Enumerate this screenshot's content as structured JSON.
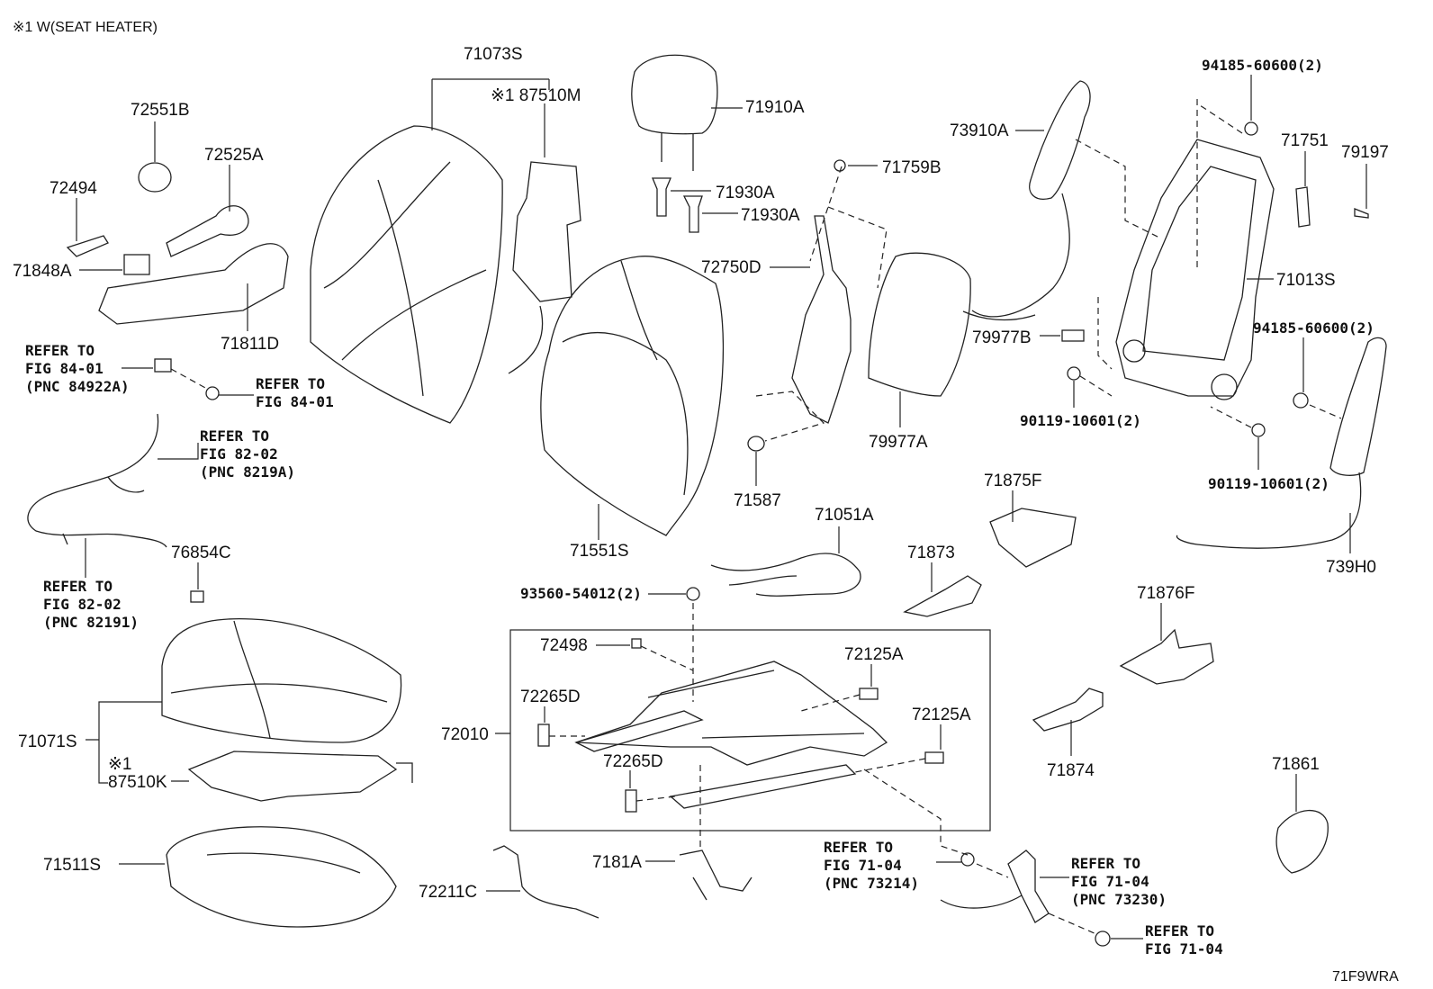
{
  "note": "※1 W(SEAT HEATER)",
  "diagram_code": "71F9WRA",
  "parts": {
    "p71073S": "71073S",
    "p87510M": "※1 87510M",
    "p72551B": "72551B",
    "p72525A": "72525A",
    "p72494": "72494",
    "p71848A": "71848A",
    "p71811D": "71811D",
    "p71910A": "71910A",
    "p71930A_1": "71930A",
    "p71930A_2": "71930A",
    "p71759B": "71759B",
    "p72750D": "72750D",
    "p73910A": "73910A",
    "p94185_top": "94185-60600(2)",
    "p71751": "71751",
    "p79197": "79197",
    "p71013S": "71013S",
    "p79977B": "79977B",
    "p94185_mid": "94185-60600(2)",
    "p90119_1": "90119-10601(2)",
    "p90119_2": "90119-10601(2)",
    "p79977A": "79977A",
    "p71587": "71587",
    "p71551S": "71551S",
    "p71875F": "71875F",
    "p739H0": "739H0",
    "p71051A": "71051A",
    "p71873": "71873",
    "p76854C": "76854C",
    "p93560": "93560-54012(2)",
    "p72498": "72498",
    "p72125A_1": "72125A",
    "p72125A_2": "72125A",
    "p71876F": "71876F",
    "p72265D_1": "72265D",
    "p72265D_2": "72265D",
    "p72010": "72010",
    "p71874": "71874",
    "p71861": "71861",
    "p71071S": "71071S",
    "p87510K_mark": "※1",
    "p87510K": "87510K",
    "p71511S": "71511S",
    "p72211C": "72211C",
    "p7181A": "7181A"
  },
  "refs": {
    "r1": [
      "REFER TO",
      "FIG 84-01",
      "(PNC 84922A)"
    ],
    "r2": [
      "REFER TO",
      "FIG 84-01"
    ],
    "r3": [
      "REFER TO",
      "FIG 82-02",
      "(PNC 8219A)"
    ],
    "r4": [
      "REFER TO",
      "FIG 82-02",
      "(PNC 82191)"
    ],
    "r5": [
      "REFER TO",
      "FIG 71-04",
      "(PNC 73214)"
    ],
    "r6": [
      "REFER TO",
      "FIG 71-04",
      "(PNC 73230)"
    ],
    "r7": [
      "REFER TO",
      "FIG 71-04"
    ]
  }
}
